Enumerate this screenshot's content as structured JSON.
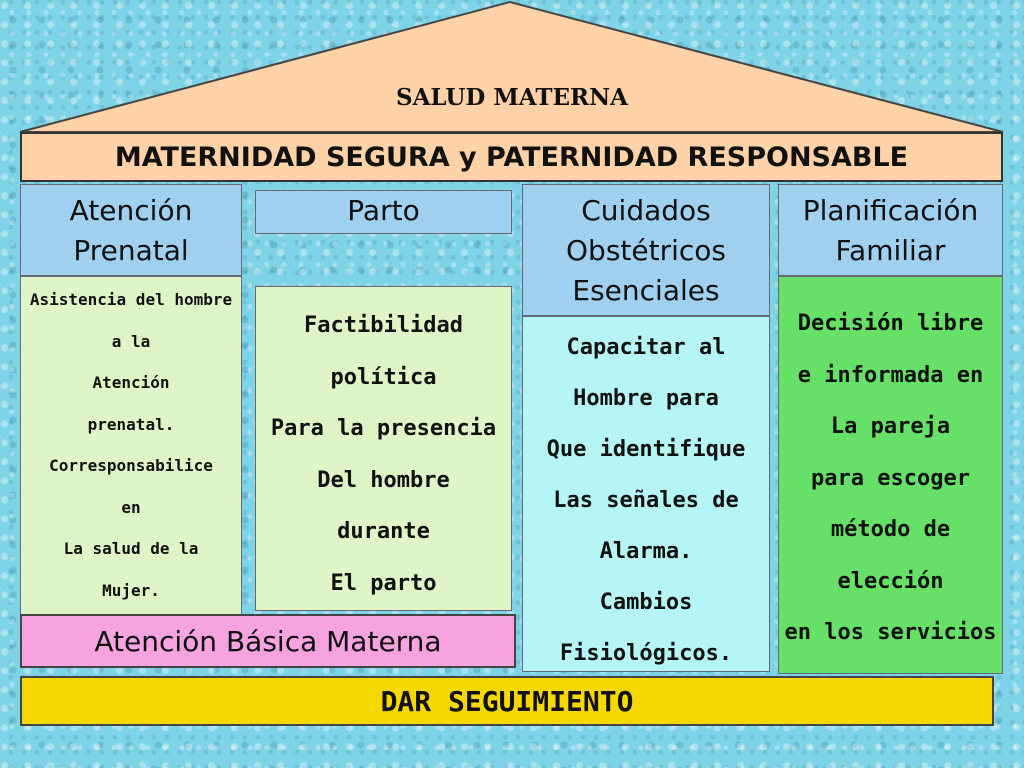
{
  "roof_title": "SALUD MATERNA",
  "main_title": "MATERNIDAD SEGURA y PATERNIDAD RESPONSABLE",
  "columns": [
    {
      "heading": "Atención\nPrenatal",
      "body": "Asistencia del hombre\na la\nAtención\nprenatal.\nCorresponsabilice\nen\nLa salud de la\nMujer."
    },
    {
      "heading": "Parto",
      "body": "Factibilidad\npolítica\nPara la presencia\nDel hombre\ndurante\nEl parto"
    },
    {
      "heading": "Cuidados\nObstétricos\nEsenciales",
      "body": "Capacitar al\nHombre para\nQue identifique\nLas señales de\nAlarma.\nCambios\nFisiológicos."
    },
    {
      "heading": "Planificación\nFamiliar",
      "body": "Decisión libre\ne informada en\nLa pareja\npara escoger\nmétodo de\nelección\nen los servicios"
    }
  ],
  "base_label": "Atención Básica Materna",
  "footer_label": "DAR SEGUIMIENTO",
  "colors": {
    "background": "#7fd3e6",
    "roof": "#ffd2a8",
    "column_heading": "#9fd0f0",
    "light_green": "#dff5c8",
    "cyan": "#b6f5f5",
    "green": "#66e066",
    "pink": "#f7a3df",
    "yellow": "#f5d800"
  }
}
